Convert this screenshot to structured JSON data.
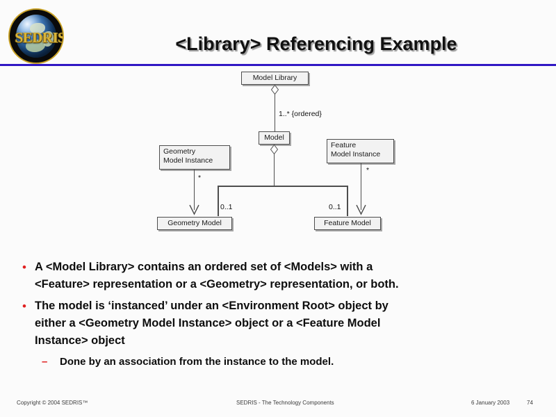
{
  "slide": {
    "title": "<Library> Referencing Example",
    "logo": {
      "name": "sedris-logo",
      "wordmark": "SEDRIS"
    },
    "rule_color": "#3017c4"
  },
  "diagram": {
    "type": "uml-class-diagram",
    "boxes": [
      {
        "id": "model-library",
        "label": "Model Library"
      },
      {
        "id": "model",
        "label": "Model"
      },
      {
        "id": "geometry-model-instance",
        "line1": "Geometry",
        "line2": "Model Instance"
      },
      {
        "id": "feature-model-instance",
        "line1": "Feature",
        "line2": "Model Instance"
      },
      {
        "id": "geometry-model",
        "label": "Geometry Model"
      },
      {
        "id": "feature-model",
        "label": "Feature Model"
      }
    ],
    "multiplicities": {
      "library_to_model": "1..* {ordered}",
      "geometry_instance_star": "*",
      "feature_instance_star": "*",
      "geometry_model_zero_one": "0..1",
      "feature_model_zero_one": "0..1"
    }
  },
  "body": {
    "bullet_mark": "•",
    "sub_mark": "–",
    "bullets": [
      {
        "line1": "A <Model Library> contains an ordered set of <Models> with a",
        "line2": "<Feature> representation or a <Geometry> representation, or both."
      },
      {
        "line1": "The model is ‘instanced’ under an <Environment Root> object by",
        "line2": "either a <Geometry Model Instance> object or a <Feature Model",
        "line3": "Instance> object"
      }
    ],
    "sub_bullet": "Done by an association from the instance to the model."
  },
  "footer": {
    "copyright": "Copyright © 2004 SEDRIS™",
    "center": "SEDRIS - The Technology Components",
    "date": "6 January 2003",
    "page": "74"
  }
}
